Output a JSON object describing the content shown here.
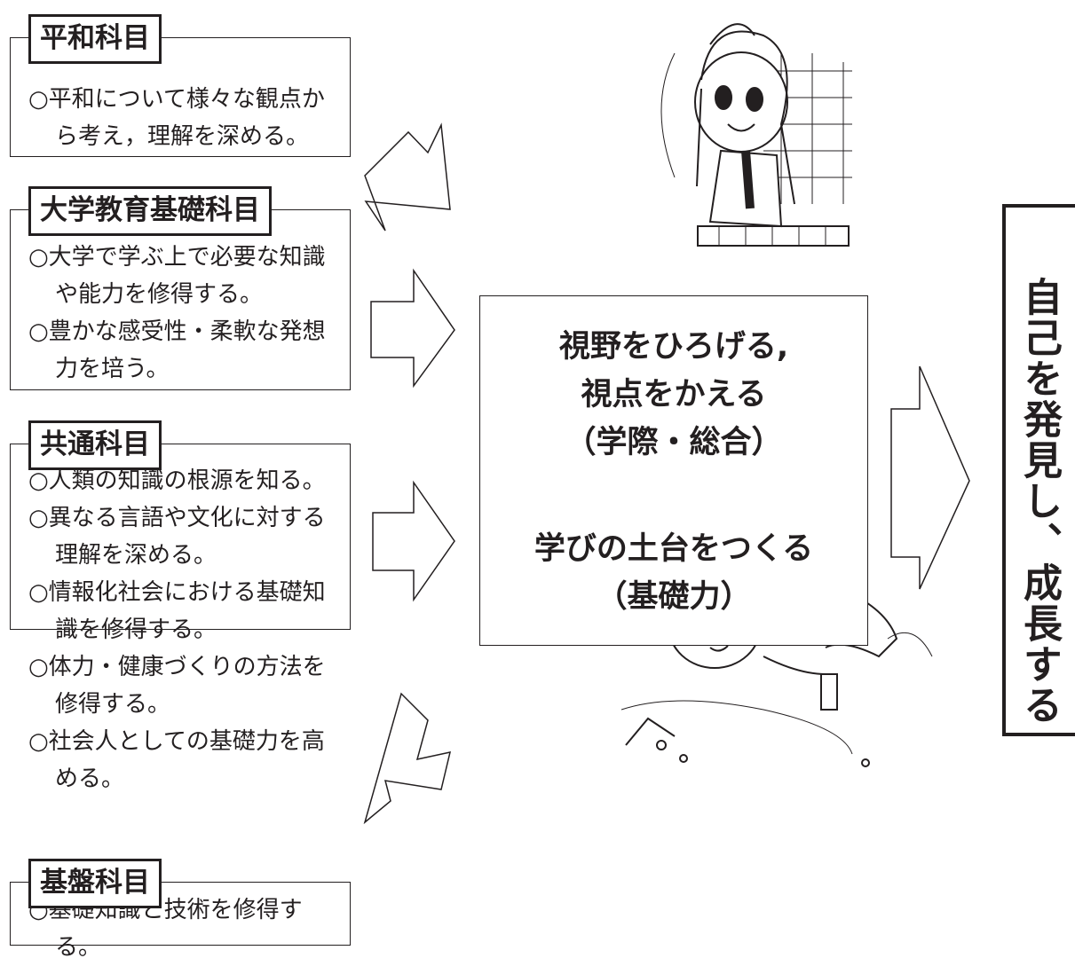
{
  "categories": [
    {
      "name": "平和科目",
      "items": [
        "○平和について様々な観点から考え，理解を深める。"
      ]
    },
    {
      "name": "大学教育基礎科目",
      "items": [
        "○大学で学ぶ上で必要な知識や能力を修得する。",
        "○豊かな感受性・柔軟な発想力を培う。"
      ]
    },
    {
      "name": "共通科目",
      "items": [
        "○人類の知識の根源を知る。",
        "○異なる言語や文化に対する理解を深める。",
        "○情報化社会における基礎知識を修得する。",
        "○体力・健康づくりの方法を修得する。",
        "○社会人としての基礎力を高める。"
      ]
    },
    {
      "name": "基盤科目",
      "items": [
        "○基礎知識と技術を修得する。"
      ]
    }
  ],
  "center": {
    "line1": "視野をひろげる,",
    "line2": "視点をかえる",
    "line3": "（学際・総合）",
    "line4": "学びの土台をつくる",
    "line5": "（基礎力）"
  },
  "result": "自己を発見し、成長する",
  "colors": {
    "ink": "#231f20",
    "background": "#ffffff"
  }
}
